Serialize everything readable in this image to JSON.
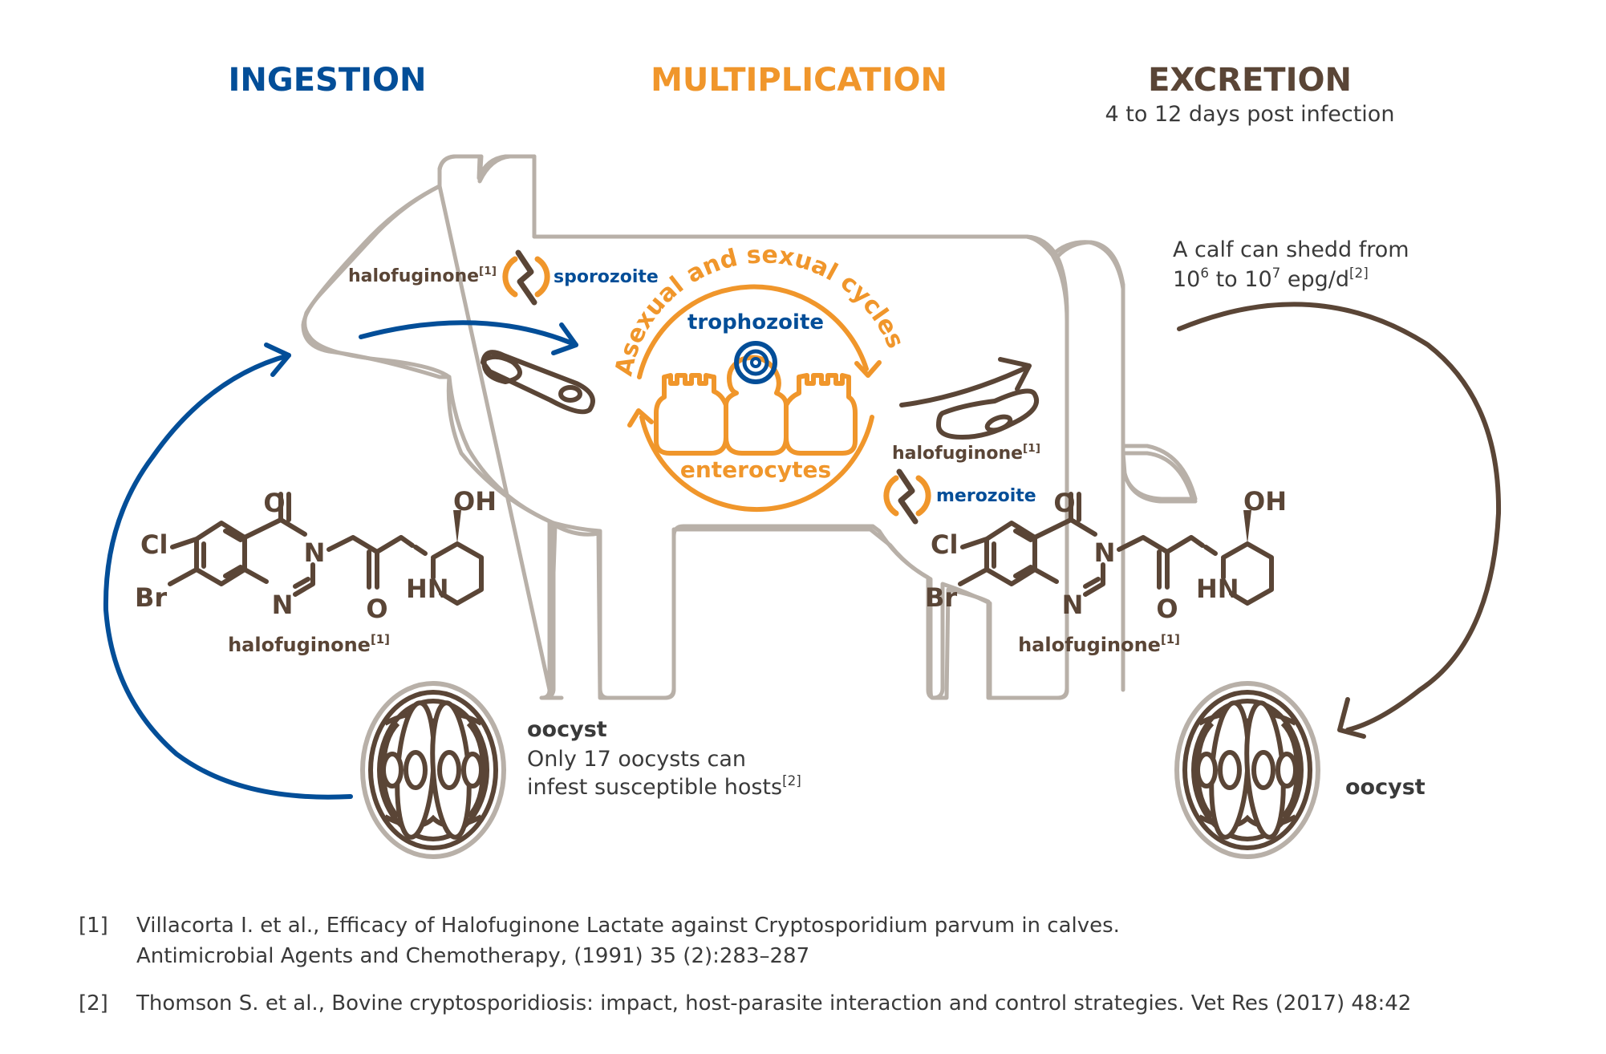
{
  "colors": {
    "ingestion": "#034e98",
    "multiplication": "#f0962b",
    "excretion": "#5a4536",
    "cow_outline": "#b8b0a8",
    "text": "#3a3a3a"
  },
  "headers": {
    "ingestion": "INGESTION",
    "multiplication": "MULTIPLICATION",
    "excretion": "EXCRETION",
    "excretion_sub": "4 to 12 days post infection"
  },
  "cycle": {
    "arc_label": "Asexual and sexual cycles",
    "trophozoite": "trophozoite",
    "enterocytes": "enterocytes"
  },
  "stages": {
    "sporozoite": {
      "drug": "halofuginone",
      "ref": "[1]",
      "label": "sporozoite",
      "icon": "blocked-lightning-icon"
    },
    "merozoite": {
      "drug": "halofuginone",
      "ref": "[1]",
      "label": "merozoite",
      "icon": "blocked-lightning-icon"
    }
  },
  "shedding": {
    "line1": "A calf can shedd from",
    "base1": "10",
    "exp1": "6",
    "mid": " to ",
    "base2": "10",
    "exp2": "7",
    "unit": " epg/d",
    "ref": "[2]"
  },
  "molecule": {
    "name": "halofuginone",
    "ref": "[1]",
    "atoms": {
      "cl": "Cl",
      "br": "Br",
      "o1": "O",
      "n1": "N",
      "n2": "N",
      "o2": "O",
      "hn": "HN",
      "oh": "OH"
    }
  },
  "oocyst_left": {
    "title": "oocyst",
    "line1": "Only 17 oocysts can",
    "line2": "infest susceptible hosts",
    "ref": "[2]"
  },
  "oocyst_right": {
    "title": "oocyst"
  },
  "references": [
    {
      "num": "[1]",
      "lines": [
        "Villacorta I. et al., Efficacy of Halofuginone Lactate against Cryptosporidium parvum in calves.",
        "Antimicrobial Agents and Chemotherapy, (1991) 35 (2):283–287"
      ]
    },
    {
      "num": "[2]",
      "lines": [
        "Thomson S. et al., Bovine cryptosporidiosis: impact, host-parasite interaction and control strategies. Vet Res (2017) 48:42"
      ]
    }
  ]
}
